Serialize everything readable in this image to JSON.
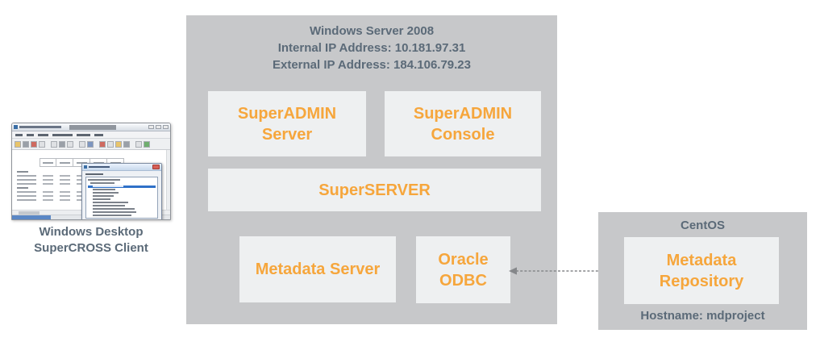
{
  "client": {
    "caption_line1": "Windows Desktop",
    "caption_line2": "SuperCROSS Client"
  },
  "windows_server": {
    "title": "Windows Server 2008",
    "internal_ip": "Internal IP Address: 10.181.97.31",
    "external_ip": "External IP Address: 184.106.79.23",
    "superadmin_server": "SuperADMIN Server",
    "superadmin_console": "SuperADMIN Console",
    "superserver": "SuperSERVER",
    "metadata_server": "Metadata Server",
    "oracle_odbc": "Oracle ODBC"
  },
  "centos": {
    "title": "CentOS",
    "repository": "Metadata Repository",
    "hostname": "Hostname: mdproject"
  },
  "icons": {
    "arrow": "double-headed-dashed-arrow",
    "dialog_close": "close-icon"
  },
  "colors": {
    "group_gray": "#C7C8CA",
    "node_bg": "#EEF0F1",
    "accent_orange": "#F6A63C",
    "text_slate": "#5B6A78",
    "arrow_gray": "#85878A"
  }
}
